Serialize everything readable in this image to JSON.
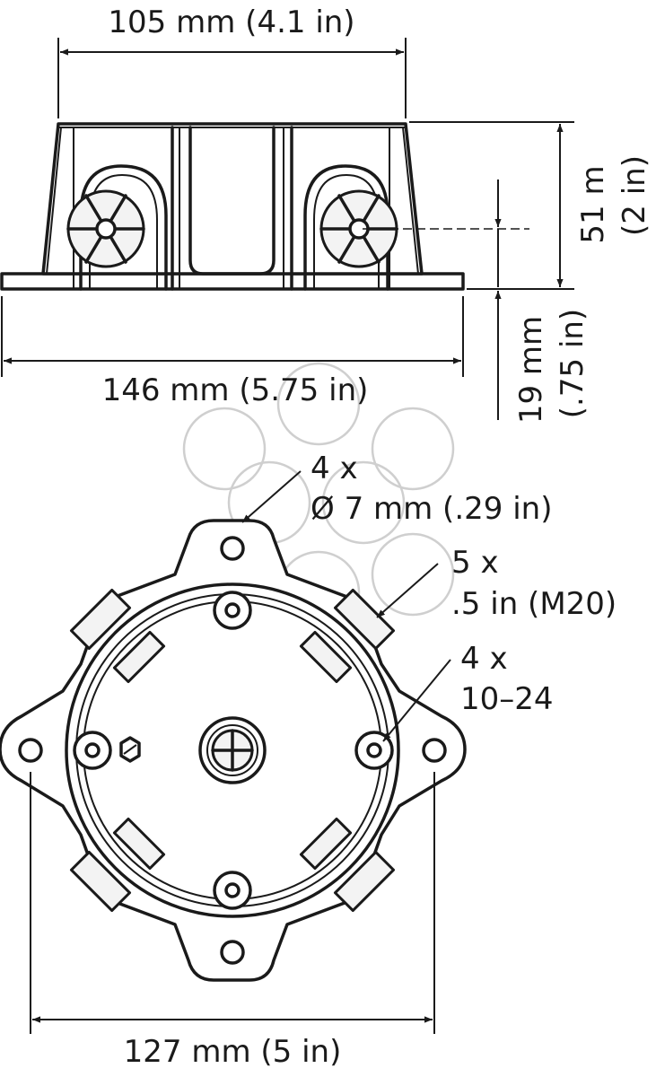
{
  "labels": {
    "top_width": "105 mm (4.1 in)",
    "bottom_width": "146 mm (5.75 in)",
    "height": "51 m",
    "height_in": "(2 in)",
    "flange_h": "19 mm",
    "flange_h_in": "(.75 in)",
    "holes_count": "4 x",
    "holes_size": "Ø 7 mm (.29 in)",
    "conduit_count": "5 x",
    "conduit_size": ".5 in (M20)",
    "screw_count": "4 x",
    "screw_size": "10–24",
    "base_width": "127 mm (5 in)"
  }
}
